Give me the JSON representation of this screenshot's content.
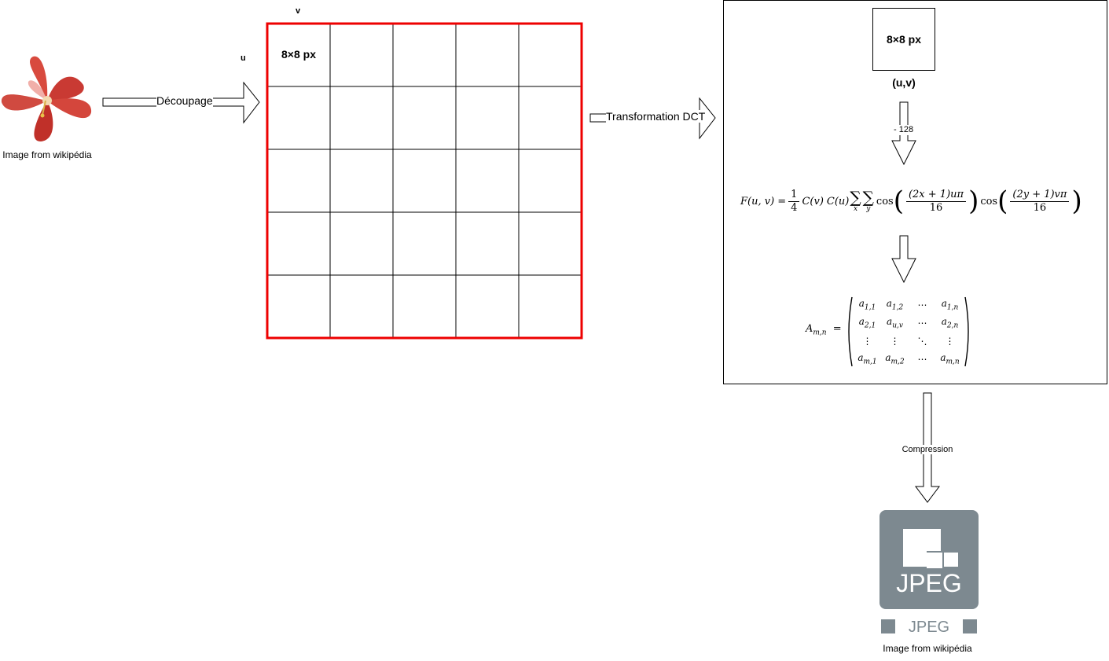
{
  "source_caption": "Image from wikipédia",
  "arrow_split_label": "Découpage",
  "grid": {
    "u_label": "u",
    "v_label": "v",
    "cell_label": "8×8 px",
    "rows": 5,
    "cols": 5,
    "border_color": "#ee0000"
  },
  "arrow_dct_label": "Transformation DCT",
  "dct_panel": {
    "block_label": "8×8 px",
    "coord_label": "(u,v)",
    "shift_label": "- 128",
    "formula": {
      "lhs": "F(u, v) =",
      "coef_num": "1",
      "coef_den": "4",
      "cv": "C(v)",
      "cu": "C(u)",
      "sum_x": "x",
      "sum_y": "y",
      "cos": "cos",
      "frac1_num": "(2x + 1)uπ",
      "frac1_den": "16",
      "frac2_num": "(2y + 1)vπ",
      "frac2_den": "16"
    },
    "matrix": {
      "lhs": "A",
      "lhs_sub": "m,n",
      "eq": "=",
      "rows": [
        [
          "a|1,1",
          "a|1,2",
          "⋯",
          "a|1,n"
        ],
        [
          "a|2,1",
          "a|u,v",
          "⋯",
          "a|2,n"
        ],
        [
          "⋮",
          "⋮",
          "⋱",
          "⋮"
        ],
        [
          "a|m,1",
          "a|m,2",
          "⋯",
          "a|m,n"
        ]
      ]
    }
  },
  "arrow_compress_label": "Compression",
  "jpeg_logo": {
    "big_text": "JPEG",
    "small_text": "JPEG",
    "color": "#7d8990"
  },
  "output_caption": "Image from wikipédia"
}
